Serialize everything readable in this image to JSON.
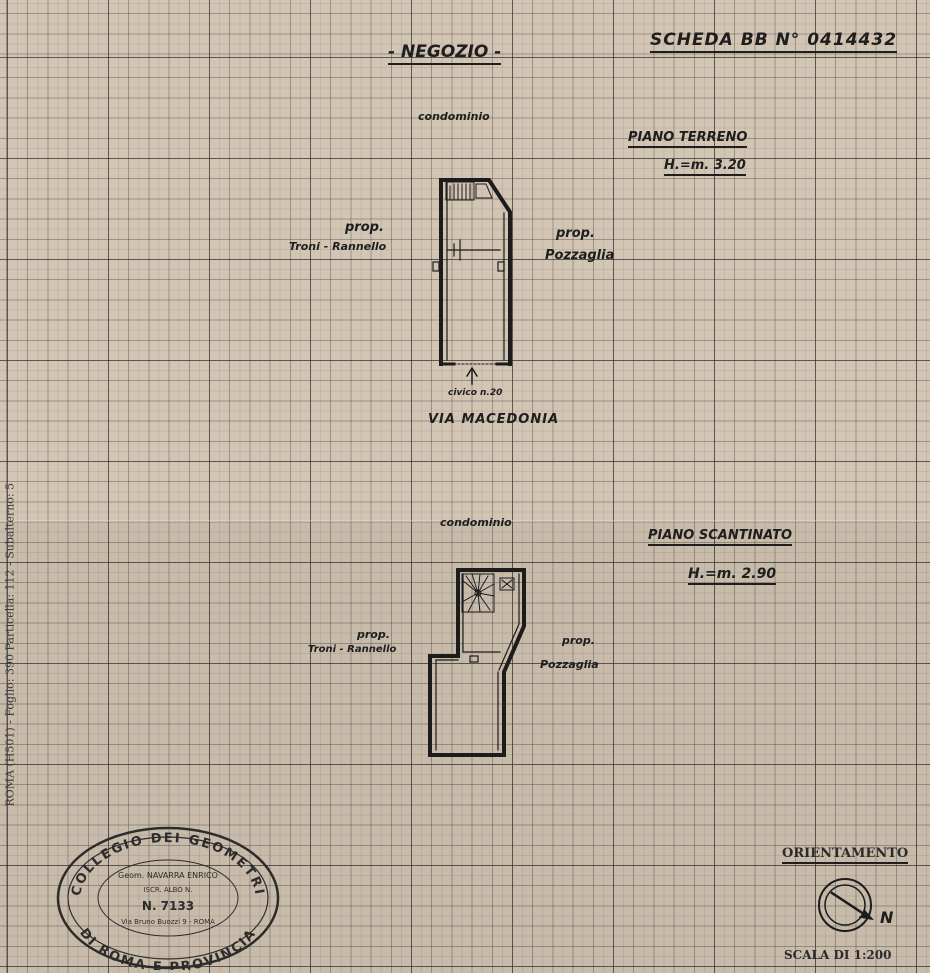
{
  "sheet": {
    "title": "- NEGOZIO -",
    "card_id": "SCHEDA BB N° 0414432",
    "side_note": "ROMA (H501) - Foglio: 390 Particella: 112 - Subalterno: 5",
    "orientation_label": "ORIENTAMENTO",
    "orientation_letter": "N",
    "scale": "SCALA DI 1:200"
  },
  "ground_floor": {
    "name": "PIANO TERRENO",
    "height": "H.=m. 3.20",
    "north": "condominio",
    "west_label_1": "prop.",
    "west_label_2": "Troni - Rannello",
    "east_label_1": "prop.",
    "east_label_2": "Pozzaglia",
    "entrance": "civico n.20",
    "street": "VIA MACEDONIA"
  },
  "basement": {
    "name": "PIANO SCANTINATO",
    "height": "H.=m. 2.90",
    "north": "condominio",
    "west_label_1": "prop.",
    "west_label_2": "Troni - Rannello",
    "east_label_1": "prop.",
    "east_label_2": "Pozzaglia"
  },
  "stamp": {
    "outer_top": "COLLEGIO DEI GEOMETRI",
    "outer_bottom": "DI ROMA E PROVINCIA",
    "name": "Geom. NAVARRA ENRICO",
    "mid": "ISCR. ALBO N.",
    "number": "N. 7133",
    "address": "Via Bruno Buozzi 9 - ROMA"
  }
}
